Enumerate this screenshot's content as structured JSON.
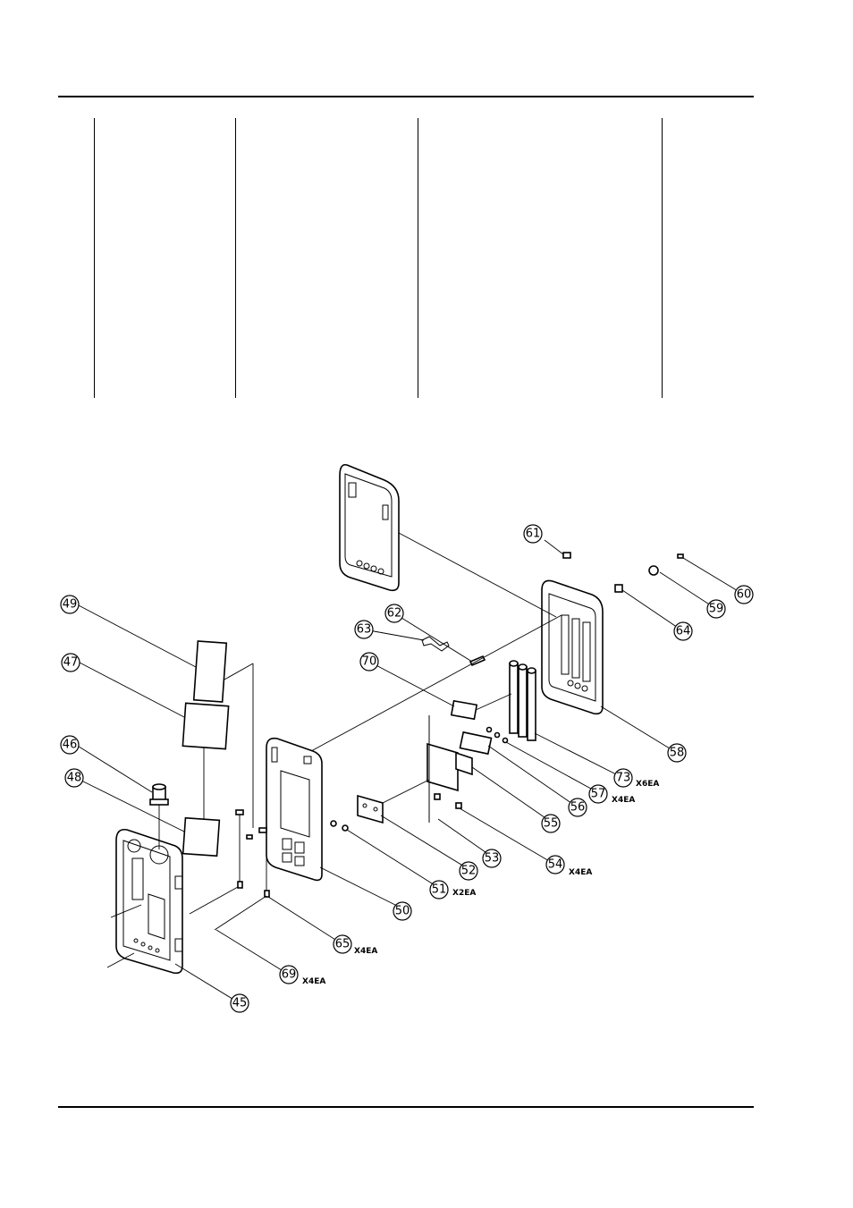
{
  "callouts": [
    {
      "id": "c45",
      "label": "45"
    },
    {
      "id": "c46",
      "label": "46"
    },
    {
      "id": "c47",
      "label": "47"
    },
    {
      "id": "c48",
      "label": "48"
    },
    {
      "id": "c49",
      "label": "49"
    },
    {
      "id": "c50",
      "label": "50"
    },
    {
      "id": "c51",
      "label": "51"
    },
    {
      "id": "c52",
      "label": "52"
    },
    {
      "id": "c53",
      "label": "53"
    },
    {
      "id": "c54",
      "label": "54"
    },
    {
      "id": "c55",
      "label": "55"
    },
    {
      "id": "c56",
      "label": "56"
    },
    {
      "id": "c57",
      "label": "57"
    },
    {
      "id": "c58",
      "label": "58"
    },
    {
      "id": "c59",
      "label": "59"
    },
    {
      "id": "c60",
      "label": "60"
    },
    {
      "id": "c61",
      "label": "61"
    },
    {
      "id": "c62",
      "label": "62"
    },
    {
      "id": "c63",
      "label": "63"
    },
    {
      "id": "c64",
      "label": "64"
    },
    {
      "id": "c65",
      "label": "65"
    },
    {
      "id": "c69",
      "label": "69"
    },
    {
      "id": "c70",
      "label": "70"
    },
    {
      "id": "c73",
      "label": "73"
    }
  ],
  "quantities": {
    "q51": "X2EA",
    "q54": "X4EA",
    "q57": "X4EA",
    "q65": "X4EA",
    "q69": "X4EA",
    "q73": "X6EA"
  }
}
